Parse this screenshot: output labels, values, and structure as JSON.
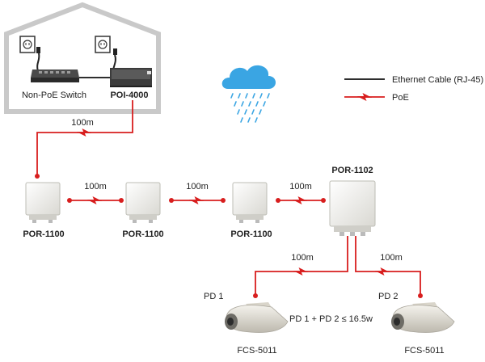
{
  "colors": {
    "poe": "#d81e1e",
    "ethernet": "#111111",
    "house": "#c9c9c9",
    "cloud": "#3aa5e3",
    "rain": "#3aa5e3",
    "device_body": "#eeeeea",
    "camera_body": "#e4e1d8"
  },
  "legend": {
    "ethernet_label": "Ethernet Cable (RJ-45)",
    "poe_label": "PoE"
  },
  "devices": {
    "non_poe_switch": "Non-PoE Switch",
    "poi": "POI-4000",
    "por_a": "POR-1100",
    "por_b": "POR-1100",
    "por_c": "POR-1100",
    "por_main": "POR-1102",
    "pd1_label": "PD 1",
    "pd2_label": "PD 2",
    "camera1": "FCS-5011",
    "camera2": "FCS-5011"
  },
  "links": {
    "link1": "100m",
    "link2": "100m",
    "link3": "100m",
    "link4": "100m",
    "link5": "100m",
    "link6": "100m"
  },
  "power_note": "PD 1 + PD 2 ≤ 16.5w",
  "icons": [
    "power-outlet-icon",
    "plug-icon",
    "cloud-icon",
    "rain-icon",
    "lightning-icon",
    "camera-icon"
  ]
}
